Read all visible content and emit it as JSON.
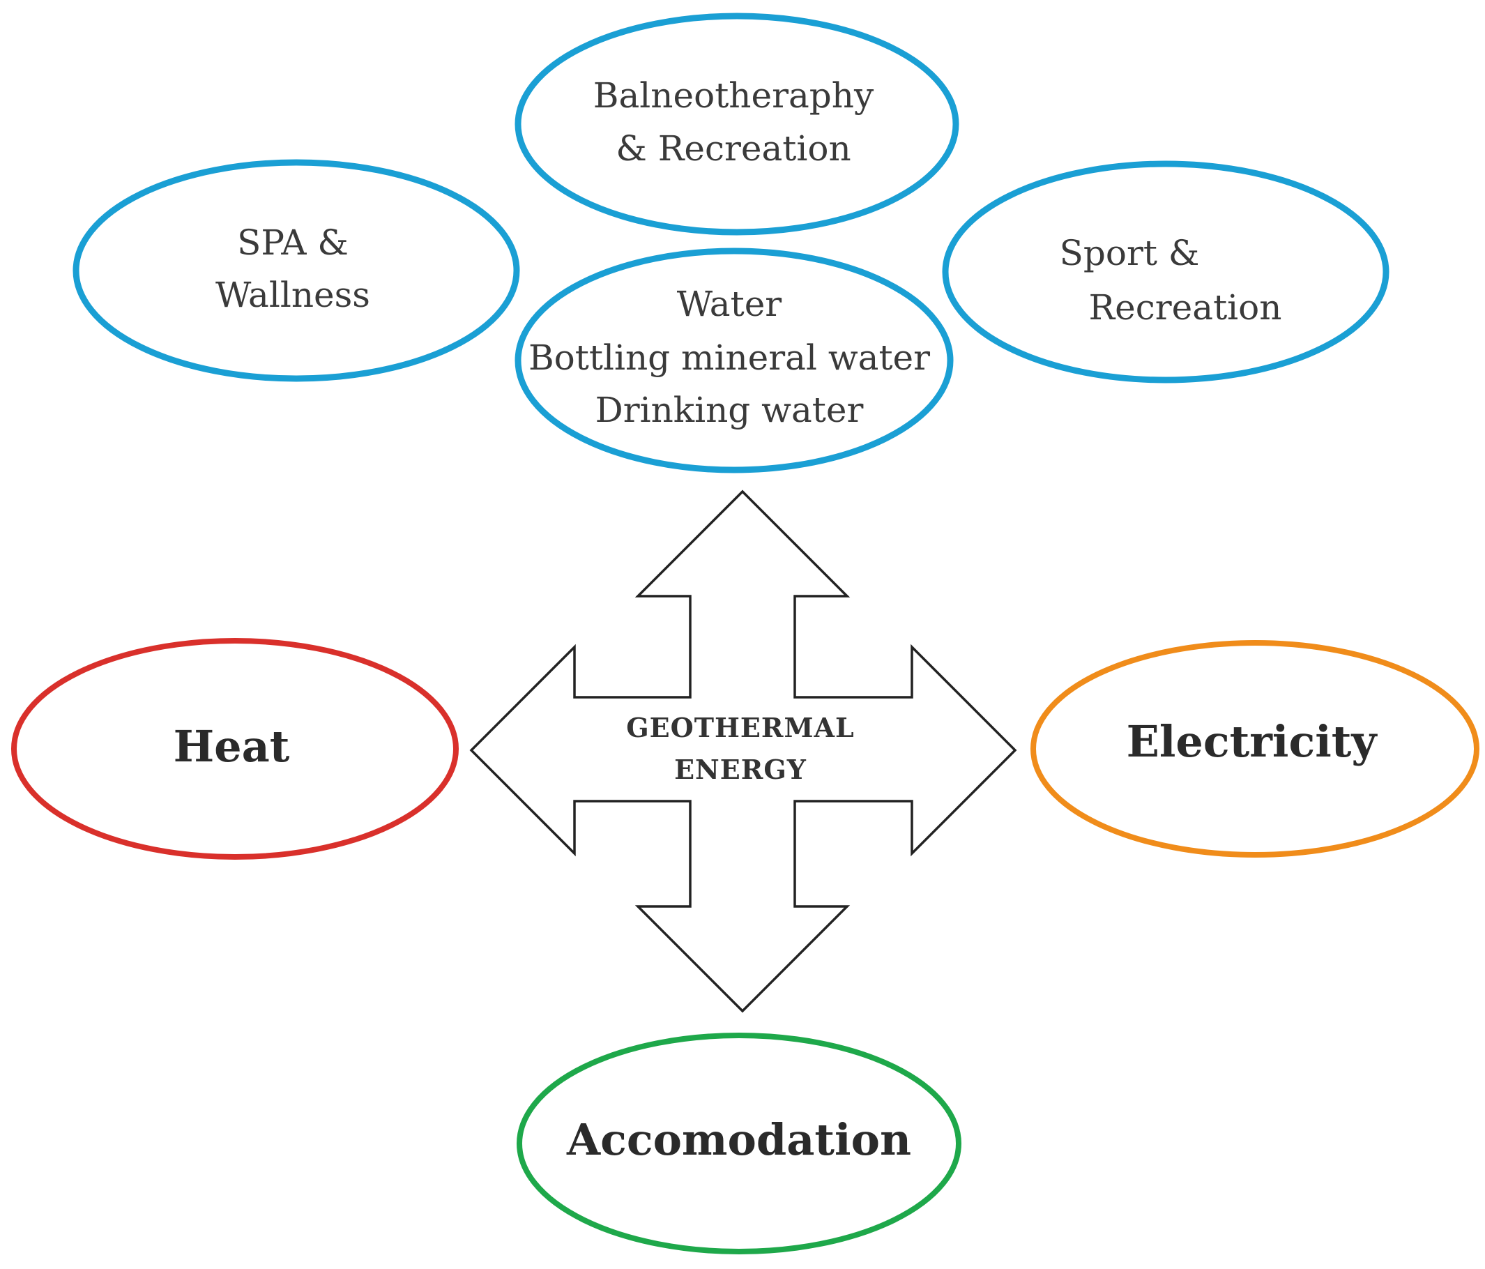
{
  "center": {
    "lines": [
      "GEOTHERMAL",
      "ENERGY"
    ]
  },
  "nodes": [
    {
      "id": "balneotherapy",
      "lines": [
        "Balneotheraphy",
        "& Recreation"
      ],
      "color": "#1a9fd4",
      "emphasis": "normal"
    },
    {
      "id": "spa",
      "lines": [
        "SPA &",
        "Wallness"
      ],
      "color": "#1a9fd4",
      "emphasis": "normal"
    },
    {
      "id": "sport",
      "lines": [
        "Sport &",
        "Recreation"
      ],
      "color": "#1a9fd4",
      "emphasis": "normal"
    },
    {
      "id": "water",
      "lines": [
        "Water",
        "Bottling mineral water",
        "Drinking water"
      ],
      "color": "#1a9fd4",
      "emphasis": "normal"
    },
    {
      "id": "heat",
      "lines": [
        "Heat"
      ],
      "color": "#d9302b",
      "emphasis": "bold"
    },
    {
      "id": "electricity",
      "lines": [
        "Electricity"
      ],
      "color": "#f08c1a",
      "emphasis": "bold"
    },
    {
      "id": "accomodation",
      "lines": [
        "Accomodation"
      ],
      "color": "#1ea84a",
      "emphasis": "bold"
    }
  ]
}
